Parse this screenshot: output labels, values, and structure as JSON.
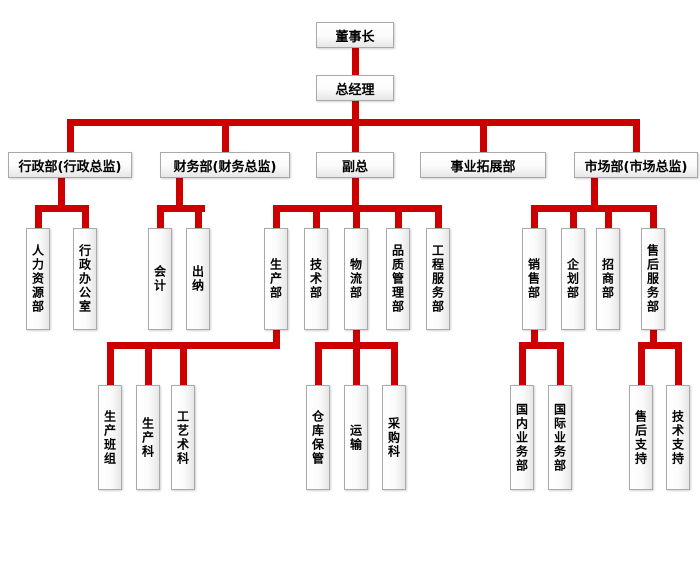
{
  "diagram": {
    "type": "org-chart",
    "connector_color": "#cc0000",
    "node_border_color": "#a9a9a9",
    "background": "#ffffff"
  },
  "nodes": {
    "chairman": {
      "label": "董事长"
    },
    "general_manager": {
      "label": "总经理"
    },
    "admin_dept": {
      "label": "行政部(行政总监)"
    },
    "finance_dept": {
      "label": "财务部(财务总监)"
    },
    "vice_president": {
      "label": "副总"
    },
    "business_dev_dept": {
      "label": "事业拓展部"
    },
    "marketing_dept": {
      "label": "市场部(市场总监)"
    },
    "hr_dept": {
      "label": "人力资源部"
    },
    "admin_office": {
      "label": "行政办公室"
    },
    "accounting": {
      "label": "会计"
    },
    "cashier": {
      "label": "出纳"
    },
    "production_dept": {
      "label": "生产部"
    },
    "technology_dept": {
      "label": "技术部"
    },
    "logistics_dept": {
      "label": "物流部"
    },
    "quality_mgmt_dept": {
      "label": "品质管理部"
    },
    "engineering_service_dept": {
      "label": "工程服务部"
    },
    "sales_dept": {
      "label": "销售部"
    },
    "planning_dept": {
      "label": "企划部"
    },
    "merchant_dept": {
      "label": "招商部"
    },
    "aftersales_service_dept": {
      "label": "售后服务部"
    },
    "production_team": {
      "label": "生产班组"
    },
    "production_section": {
      "label": "生产科"
    },
    "process_section": {
      "label": "工艺术科"
    },
    "warehouse_keeping": {
      "label": "仓库保管"
    },
    "transportation": {
      "label": "运输"
    },
    "procurement_section": {
      "label": "采购科"
    },
    "domestic_business_dept": {
      "label": "国内业务部"
    },
    "international_business_dept": {
      "label": "国际业务部"
    },
    "aftersales_support": {
      "label": "售后支持"
    },
    "technical_support": {
      "label": "技术支持"
    }
  },
  "hierarchy": {
    "chairman": [
      "general_manager"
    ],
    "general_manager": [
      "admin_dept",
      "finance_dept",
      "vice_president",
      "business_dev_dept",
      "marketing_dept"
    ],
    "admin_dept": [
      "hr_dept",
      "admin_office"
    ],
    "finance_dept": [
      "accounting",
      "cashier"
    ],
    "vice_president": [
      "production_dept",
      "technology_dept",
      "logistics_dept",
      "quality_mgmt_dept",
      "engineering_service_dept"
    ],
    "business_dev_dept": [],
    "marketing_dept": [
      "sales_dept",
      "planning_dept",
      "merchant_dept",
      "aftersales_service_dept"
    ],
    "production_dept": [
      "production_team",
      "production_section",
      "process_section"
    ],
    "logistics_dept": [
      "warehouse_keeping",
      "transportation",
      "procurement_section"
    ],
    "sales_dept": [
      "domestic_business_dept",
      "international_business_dept"
    ],
    "aftersales_service_dept": [
      "aftersales_support",
      "technical_support"
    ]
  }
}
